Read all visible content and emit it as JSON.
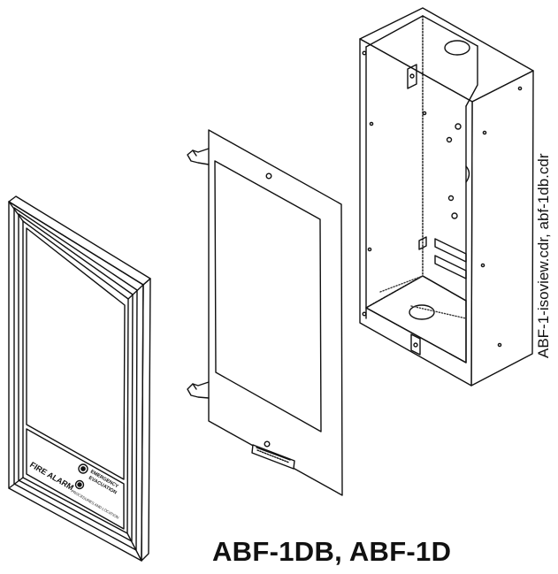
{
  "diagram": {
    "title": "ABF-1DB, ABF-1D",
    "file_label": "ABF-1-isoview.cdr, abf-1db.cdr",
    "door_label_left": "FIRE  ALARM",
    "door_label_right": "EMERGENCY",
    "door_label_sub": "EVACUATION",
    "door_label_small": "PROCEDURES AND LOCATION",
    "colors": {
      "line": "#111111",
      "background": "#ffffff",
      "dots": "#333333"
    }
  }
}
